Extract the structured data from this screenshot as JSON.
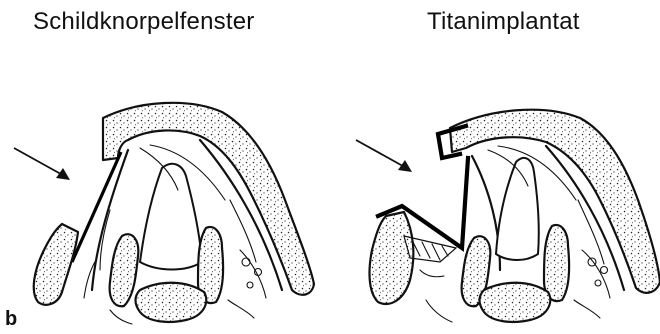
{
  "figure": {
    "panel_label": "b",
    "left_diagram": {
      "title": "Schildknorpelfenster"
    },
    "right_diagram": {
      "title": "Titanimplantat"
    }
  }
}
